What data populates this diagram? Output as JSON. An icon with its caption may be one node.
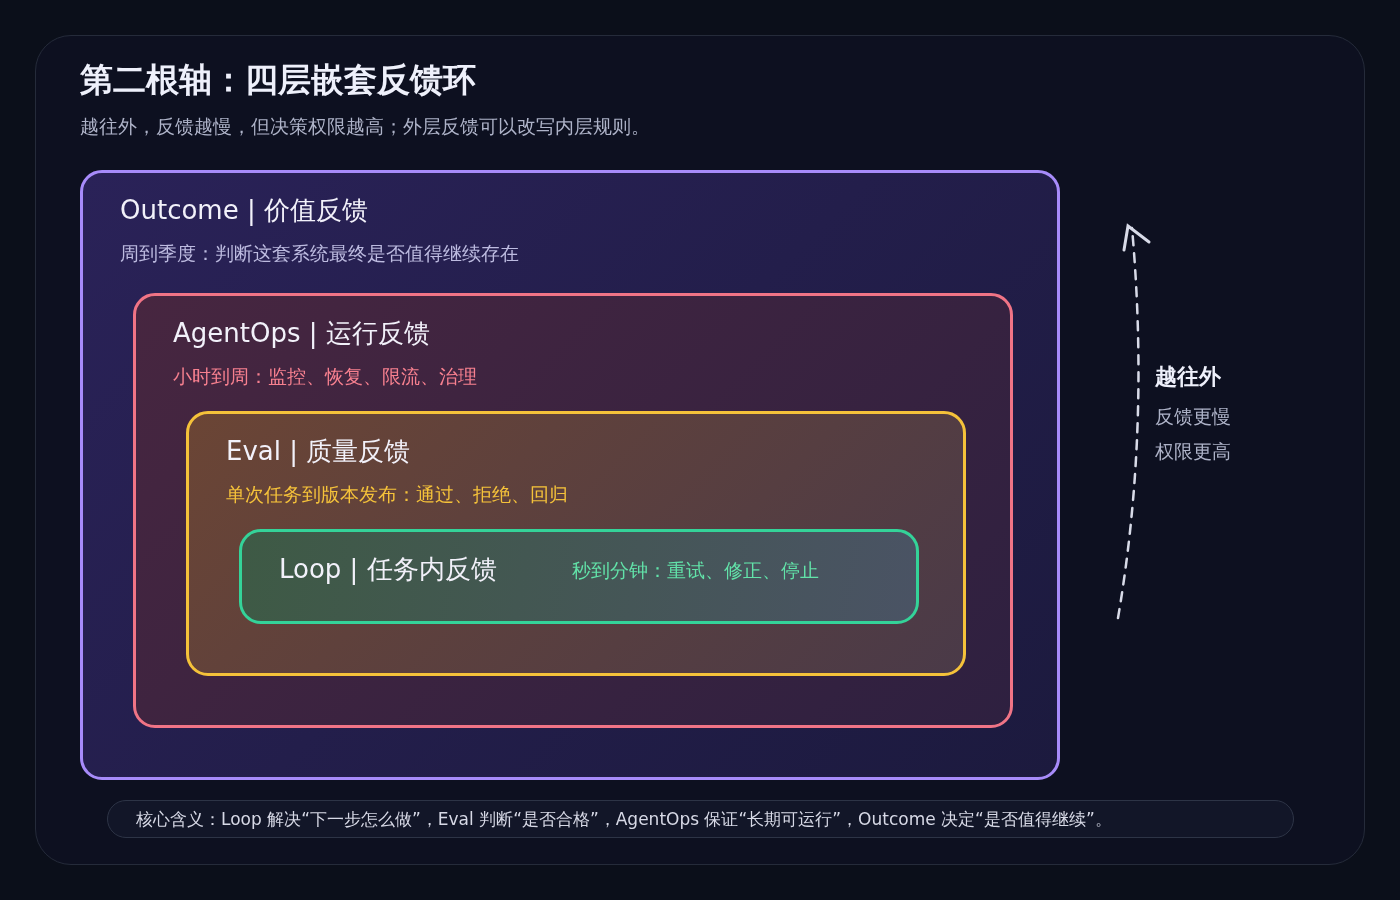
{
  "diagram": {
    "title": "第二根轴：四层嵌套反馈环",
    "nodes": [
      {
        "text": [
          "Outcome | 价值反馈",
          "周到季度：判断这套系统最终是否值得继续存在"
        ]
      },
      {
        "text": [
          "AgentOps | 运行反馈",
          "小时到周：监控、恢复、限流、治理"
        ],
        "in": 0
      },
      {
        "text": [
          "Eval | 质量反馈",
          "单次任务到版本发布：通过、拒绝、回归"
        ],
        "in": 1
      },
      {
        "text": [
          "Loop | 任务内反馈",
          "秒到分钟：重试、修正、停止"
        ],
        "in": 2
      },
      {
        "text": [
          "核心含义：Loop 解决“下一步怎么做”，Eval 判断“是否合格”，AgentOps 保证“长期可运行”，Outcome 决定“是否值得继续”。"
        ]
      }
    ],
    "edges": [],
    "labels": [
      "越往外，反馈越慢，但决策权限越高；外层反馈可以改写内层规则。",
      "越往外",
      "反馈更慢",
      "权限更高"
    ]
  }
}
